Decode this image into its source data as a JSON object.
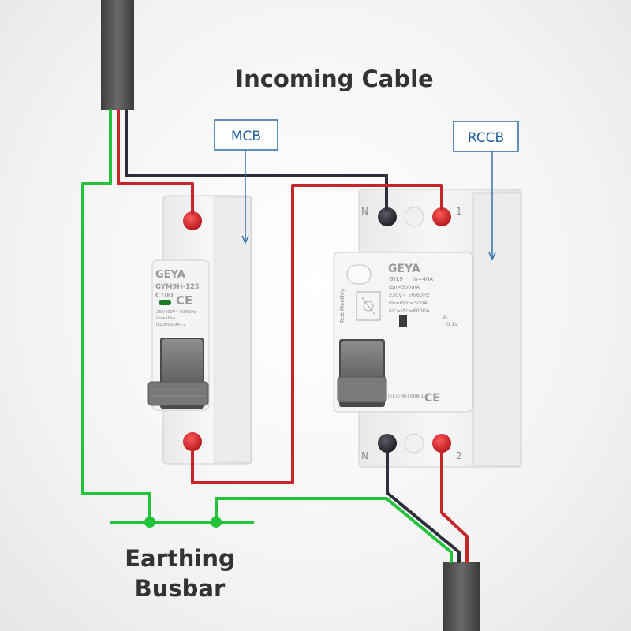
{
  "labels": {
    "incoming_cable": "Incoming Cable",
    "mcb": "MCB",
    "rccb": "RCCB",
    "earthing_line1": "Earthing",
    "earthing_line2": "Busbar"
  },
  "mcb_device": {
    "brand": "GEYA",
    "model": "GYM9H-125",
    "rating": "C100",
    "ce": "CE",
    "voltage": "230/400V~ 50/60Hz",
    "icu": "Icu=10kA",
    "standard": "IEC/EN60947-2"
  },
  "rccb_device": {
    "brand": "GEYA",
    "model": "GYL9",
    "in_rating": "In=40A",
    "idn": "IΔn=300mA",
    "voltage": "230V~ 50/60Hz",
    "im": "Im=IΔm=500A",
    "inc": "Inc=IΔc=6000A",
    "type": "A",
    "time": "0.1s",
    "test": "Test Monthly",
    "standard": "IEC/EN61008-1",
    "ce": "CE",
    "terminal_n_top": "N",
    "terminal_1": "1",
    "terminal_n_bottom": "N",
    "terminal_2": "2"
  },
  "colors": {
    "earth_wire": "#22c33a",
    "live_wire": "#c4262a",
    "neutral_wire": "#2b2f3a",
    "cable_jacket": "#5a5a5a",
    "callout_border": "#2b6aa8",
    "callout_text": "#1f5f9e",
    "busbar": "#22c33a"
  }
}
